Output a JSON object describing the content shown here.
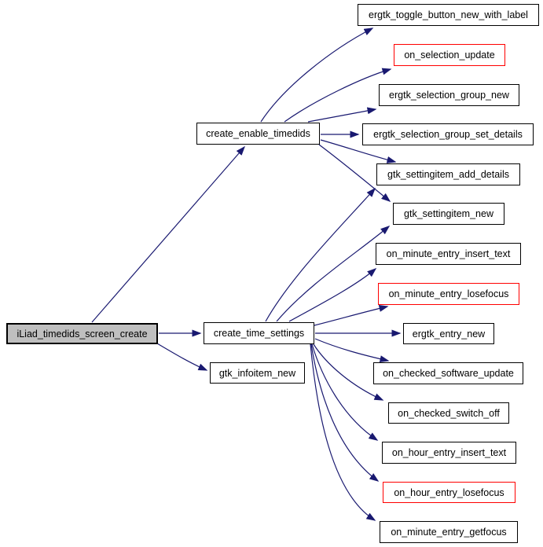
{
  "diagram": {
    "type": "call-graph",
    "colors": {
      "edge": "#191970",
      "node_border": "#000000",
      "highlight_border": "#ff0000",
      "focused_bg": "#bfbfbf",
      "node_bg": "#ffffff",
      "text": "#000000"
    },
    "nodes": [
      {
        "id": "iLiad_timedids_screen_create",
        "label": "iLiad_timedids_screen_create",
        "style": "focused"
      },
      {
        "id": "create_enable_timedids",
        "label": "create_enable_timedids",
        "style": "normal"
      },
      {
        "id": "create_time_settings",
        "label": "create_time_settings",
        "style": "normal"
      },
      {
        "id": "gtk_infoitem_new",
        "label": "gtk_infoitem_new",
        "style": "normal"
      },
      {
        "id": "ergtk_toggle_button_new_with_label",
        "label": "ergtk_toggle_button_new_with_label",
        "style": "normal"
      },
      {
        "id": "on_selection_update",
        "label": "on_selection_update",
        "style": "red"
      },
      {
        "id": "ergtk_selection_group_new",
        "label": "ergtk_selection_group_new",
        "style": "normal"
      },
      {
        "id": "ergtk_selection_group_set_details",
        "label": "ergtk_selection_group_set_details",
        "style": "normal"
      },
      {
        "id": "gtk_settingitem_add_details",
        "label": "gtk_settingitem_add_details",
        "style": "normal"
      },
      {
        "id": "gtk_settingitem_new",
        "label": "gtk_settingitem_new",
        "style": "normal"
      },
      {
        "id": "on_minute_entry_insert_text",
        "label": "on_minute_entry_insert_text",
        "style": "normal"
      },
      {
        "id": "on_minute_entry_losefocus",
        "label": "on_minute_entry_losefocus",
        "style": "red"
      },
      {
        "id": "ergtk_entry_new",
        "label": "ergtk_entry_new",
        "style": "normal"
      },
      {
        "id": "on_checked_software_update",
        "label": "on_checked_software_update",
        "style": "normal"
      },
      {
        "id": "on_checked_switch_off",
        "label": "on_checked_switch_off",
        "style": "normal"
      },
      {
        "id": "on_hour_entry_insert_text",
        "label": "on_hour_entry_insert_text",
        "style": "normal"
      },
      {
        "id": "on_hour_entry_losefocus",
        "label": "on_hour_entry_losefocus",
        "style": "red"
      },
      {
        "id": "on_minute_entry_getfocus",
        "label": "on_minute_entry_getfocus",
        "style": "normal"
      }
    ],
    "edges": [
      {
        "from": "iLiad_timedids_screen_create",
        "to": "create_enable_timedids"
      },
      {
        "from": "iLiad_timedids_screen_create",
        "to": "create_time_settings"
      },
      {
        "from": "iLiad_timedids_screen_create",
        "to": "gtk_infoitem_new"
      },
      {
        "from": "create_enable_timedids",
        "to": "ergtk_toggle_button_new_with_label"
      },
      {
        "from": "create_enable_timedids",
        "to": "on_selection_update"
      },
      {
        "from": "create_enable_timedids",
        "to": "ergtk_selection_group_new"
      },
      {
        "from": "create_enable_timedids",
        "to": "ergtk_selection_group_set_details"
      },
      {
        "from": "create_enable_timedids",
        "to": "gtk_settingitem_add_details"
      },
      {
        "from": "create_enable_timedids",
        "to": "gtk_settingitem_new"
      },
      {
        "from": "create_time_settings",
        "to": "gtk_settingitem_add_details"
      },
      {
        "from": "create_time_settings",
        "to": "gtk_settingitem_new"
      },
      {
        "from": "create_time_settings",
        "to": "on_minute_entry_insert_text"
      },
      {
        "from": "create_time_settings",
        "to": "on_minute_entry_losefocus"
      },
      {
        "from": "create_time_settings",
        "to": "ergtk_entry_new"
      },
      {
        "from": "create_time_settings",
        "to": "on_checked_software_update"
      },
      {
        "from": "create_time_settings",
        "to": "on_checked_switch_off"
      },
      {
        "from": "create_time_settings",
        "to": "on_hour_entry_insert_text"
      },
      {
        "from": "create_time_settings",
        "to": "on_hour_entry_losefocus"
      },
      {
        "from": "create_time_settings",
        "to": "on_minute_entry_getfocus"
      }
    ]
  }
}
